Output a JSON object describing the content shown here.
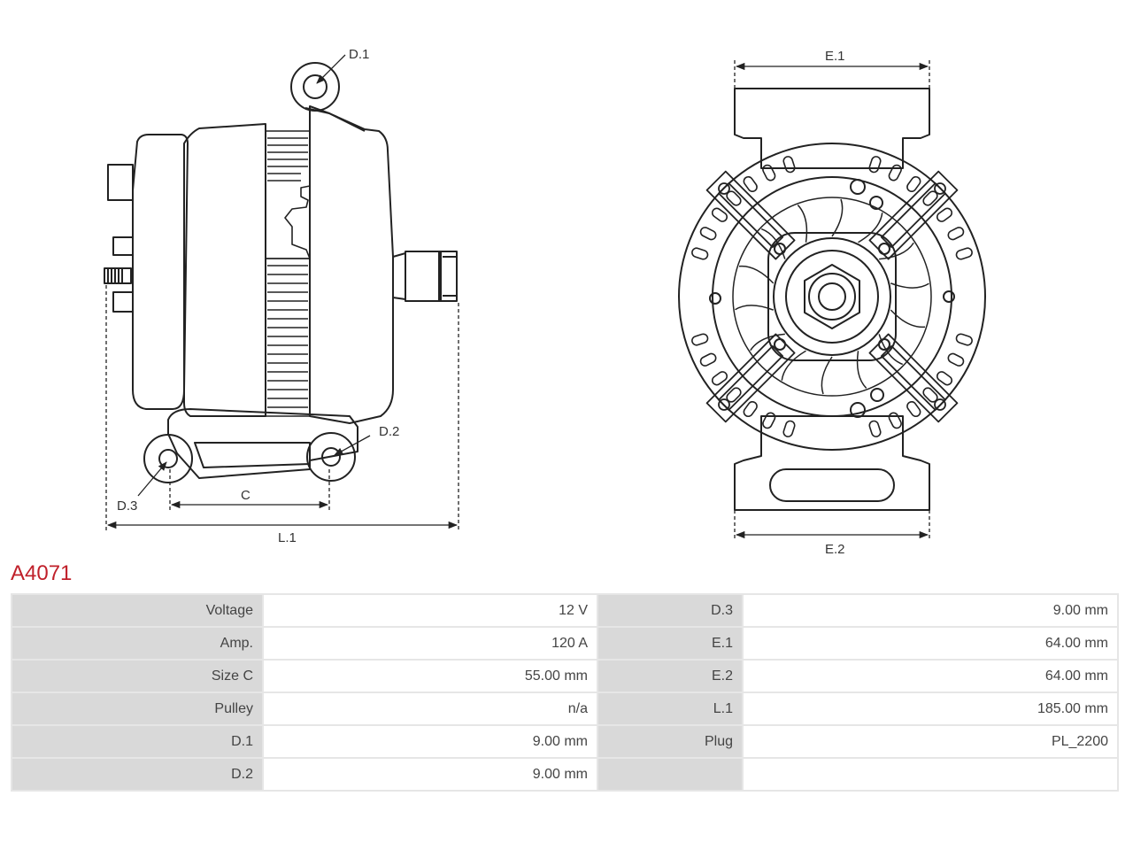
{
  "part_code": "A4071",
  "dimension_labels": {
    "d1": "D.1",
    "d2": "D.2",
    "d3": "D.3",
    "c": "C",
    "l1": "L.1",
    "e1": "E.1",
    "e2": "E.2"
  },
  "specs": [
    {
      "left_label": "Voltage",
      "left_value": "12 V",
      "right_label": "D.3",
      "right_value": "9.00 mm"
    },
    {
      "left_label": "Amp.",
      "left_value": "120 A",
      "right_label": "E.1",
      "right_value": "64.00 mm"
    },
    {
      "left_label": "Size C",
      "left_value": "55.00 mm",
      "right_label": "E.2",
      "right_value": "64.00 mm"
    },
    {
      "left_label": "Pulley",
      "left_value": "n/a",
      "right_label": "L.1",
      "right_value": "185.00 mm"
    },
    {
      "left_label": "D.1",
      "left_value": "9.00 mm",
      "right_label": "Plug",
      "right_value": "PL_2200"
    },
    {
      "left_label": "D.2",
      "left_value": "9.00 mm",
      "right_label": "",
      "right_value": ""
    }
  ],
  "colors": {
    "accent": "#c0202a",
    "line": "#222222",
    "label_cell": "#d9d9d9"
  }
}
